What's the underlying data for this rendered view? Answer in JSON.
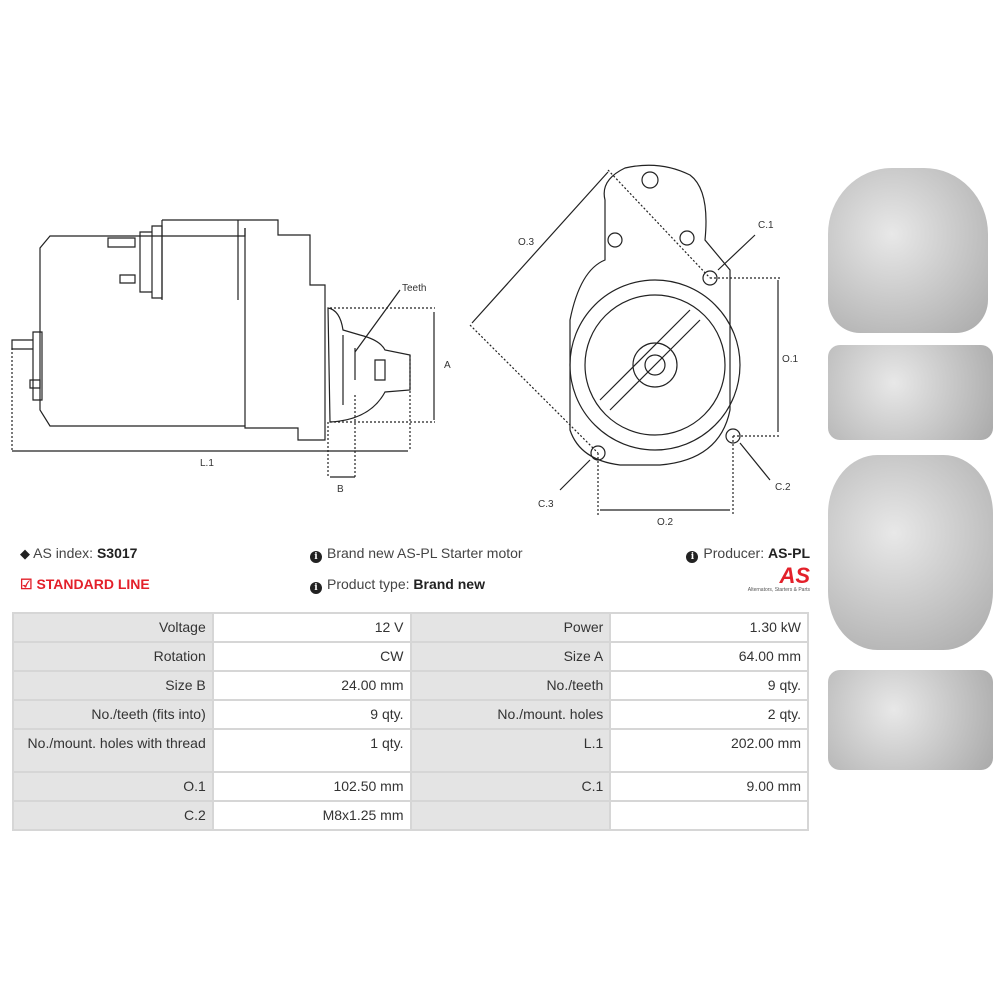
{
  "drawing": {
    "teeth": "Teeth",
    "a": "A",
    "b": "B",
    "l1": "L.1",
    "o1": "O.1",
    "o2": "O.2",
    "o3": "O.3",
    "c1": "C.1",
    "c2": "C.2",
    "c3": "C.3"
  },
  "info": {
    "as_index_label": "AS index:",
    "as_index_value": "S3017",
    "line": "STANDARD LINE",
    "description": "Brand new AS-PL Starter motor",
    "product_type_label": "Product type:",
    "product_type_value": "Brand new",
    "producer_label": "Producer:",
    "producer_value": "AS-PL",
    "logo_text": "AS",
    "logo_tagline": "Alternators, Starters & Parts"
  },
  "colors": {
    "accent": "#e3202a"
  },
  "specs": [
    [
      {
        "label": "Voltage",
        "value": "12 V"
      },
      {
        "label": "Power",
        "value": "1.30 kW"
      }
    ],
    [
      {
        "label": "Rotation",
        "value": "CW"
      },
      {
        "label": "Size A",
        "value": "64.00 mm"
      }
    ],
    [
      {
        "label": "Size B",
        "value": "24.00 mm"
      },
      {
        "label": "No./teeth",
        "value": "9 qty."
      }
    ],
    [
      {
        "label": "No./teeth (fits into)",
        "value": "9 qty."
      },
      {
        "label": "No./mount. holes",
        "value": "2 qty."
      }
    ],
    [
      {
        "label": "No./mount. holes with thread",
        "value": "1 qty."
      },
      {
        "label": "L.1",
        "value": "202.00 mm"
      }
    ],
    [
      {
        "label": "O.1",
        "value": "102.50 mm"
      },
      {
        "label": "C.1",
        "value": "9.00 mm"
      }
    ],
    [
      {
        "label": "C.2",
        "value": "M8x1.25 mm"
      },
      {
        "label": "",
        "value": ""
      }
    ]
  ]
}
